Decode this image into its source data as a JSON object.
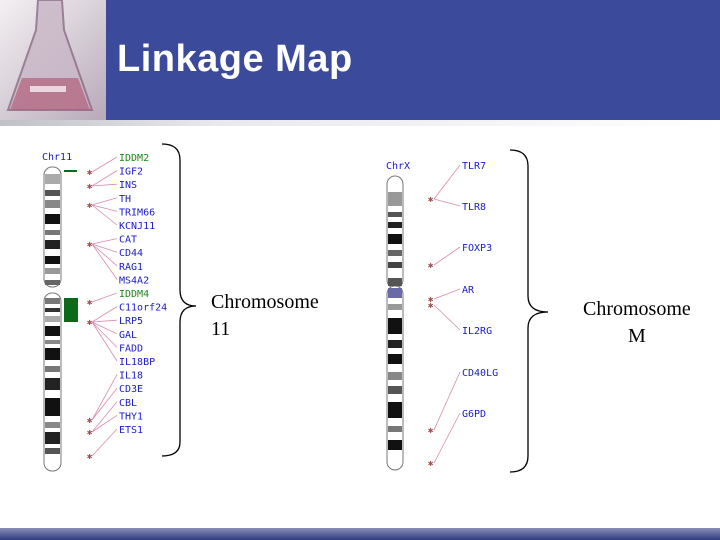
{
  "slide": {
    "title": "Linkage Map",
    "label_left_line1": "Chromosome",
    "label_left_line2": "11",
    "label_right_line1": "Chromosome",
    "label_right_line2": "M"
  },
  "chr11": {
    "name": "Chr11",
    "genes": [
      "IDDM2",
      "IGF2",
      "INS",
      "TH",
      "TRIM66",
      "KCNJ11",
      "CAT",
      "CD44",
      "RAG1",
      "MS4A2",
      "IDDM4",
      "C11orf24",
      "LRP5",
      "GAL",
      "FADD",
      "IL18BP",
      "IL18",
      "CD3E",
      "CBL",
      "THY1",
      "ETS1"
    ]
  },
  "chrx": {
    "name": "ChrX",
    "genes": [
      "TLR7",
      "TLR8",
      "FOXP3",
      "AR",
      "IL2RG",
      "CD40LG",
      "G6PD"
    ]
  },
  "colors": {
    "header": "#3b4a9b",
    "gene_text": "#1a1acc",
    "gene_text_green": "#1a8a1a",
    "locus_line": "#d98ab0",
    "marker": "#c0c000",
    "green_block": "#0a6a1a"
  }
}
